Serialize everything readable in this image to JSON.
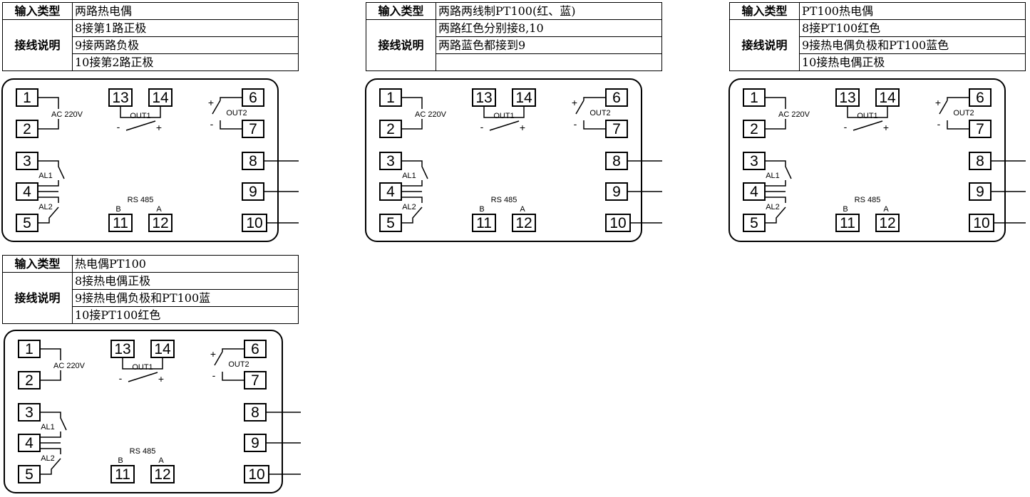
{
  "labels": {
    "input_type": "输入类型",
    "wiring": "接线说明",
    "ac": "AC 220V",
    "out1": "OUT1",
    "out2": "OUT2",
    "al1": "AL1",
    "al2": "AL2",
    "rs485": "RS 485",
    "b": "B",
    "a": "A",
    "plus": "+",
    "minus": "-"
  },
  "terminals": {
    "t1": "1",
    "t2": "2",
    "t3": "3",
    "t4": "4",
    "t5": "5",
    "t6": "6",
    "t7": "7",
    "t8": "8",
    "t9": "9",
    "t10": "10",
    "t11": "11",
    "t12": "12",
    "t13": "13",
    "t14": "14"
  },
  "panels": [
    {
      "input_type": "两路热电偶",
      "wiring": [
        "8接第1路正极",
        "9接两路负极",
        "10接第2路正极"
      ]
    },
    {
      "input_type": "两路两线制PT100(红、蓝)",
      "wiring": [
        "两路红色分别接8,10",
        "两路蓝色都接到9",
        ""
      ]
    },
    {
      "input_type": "PT100热电偶",
      "wiring": [
        "8接PT100红色",
        "9接热电偶负极和PT100蓝色",
        "10接热电偶正极"
      ]
    },
    {
      "input_type": "热电偶PT100",
      "wiring": [
        "8接热电偶正极",
        "9接热电偶负极和PT100蓝",
        "10接PT100红色"
      ]
    }
  ]
}
